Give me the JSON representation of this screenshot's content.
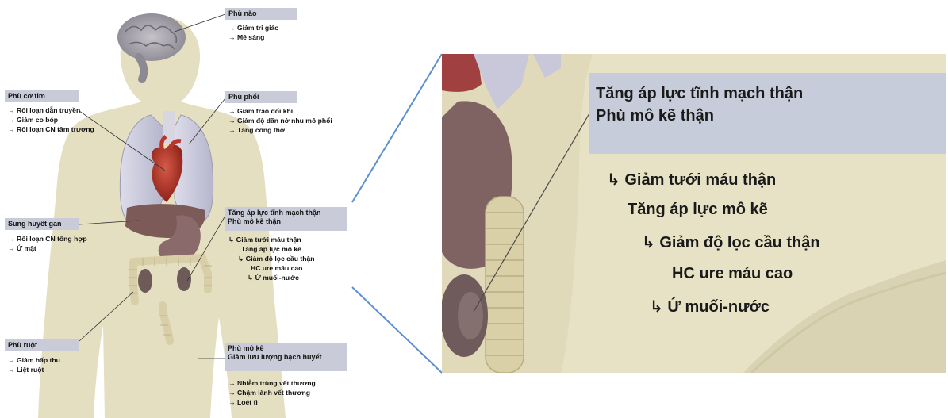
{
  "brain": {
    "title": "Phù não",
    "items": [
      "Giảm tri giác",
      "Mê sảng"
    ]
  },
  "heart": {
    "title": "Phù cơ tim",
    "items": [
      "Rối loạn dẫn truyền",
      "Giảm co bóp",
      "Rối loạn CN tâm trương"
    ]
  },
  "lung": {
    "title": "Phù phổi",
    "items": [
      "Giảm trao đổi khí",
      "Giảm độ dãn nở nhu mô phổi",
      "Tăng công thở"
    ]
  },
  "liver": {
    "title": "Sung huyết gan",
    "items": [
      "Rối loạn CN tổng hợp",
      "Ứ mật"
    ]
  },
  "kidney": {
    "title_line1": "Tăng áp lực tĩnh mạch thận",
    "title_line2": "Phù mô kẽ thận",
    "items": [
      "Giảm tưới máu thận",
      "Tăng áp lực mô kẽ",
      "Giảm độ lọc cầu thận",
      "HC ure máu cao",
      "Ứ muối-nước"
    ]
  },
  "gut": {
    "title": "Phù ruột",
    "items": [
      "Giảm hấp thu",
      "Liệt ruột"
    ]
  },
  "tissue": {
    "title_line1": "Phù mô kẽ",
    "title_line2": "Giảm lưu lượng bạch huyết",
    "items": [
      "Nhiễm trùng vết thương",
      "Chậm lành vết thương",
      "Loét tì"
    ]
  },
  "colors": {
    "skin": "#e4dfc0",
    "label_bg": "#c9ccd8",
    "connector": "#5b8fd0",
    "heart": "#b8362a",
    "lung": "#c9c9dc",
    "liver": "#7b5a58"
  }
}
